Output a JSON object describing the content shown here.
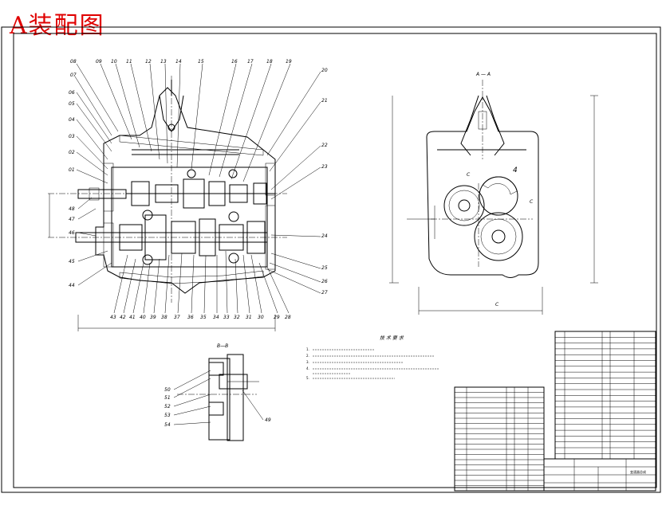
{
  "title": "A装配图",
  "front_view": {
    "callouts_top": [
      "08",
      "07",
      "09",
      "10",
      "11",
      "12",
      "13",
      "14",
      "15",
      "16",
      "17",
      "18",
      "19"
    ],
    "callouts_left": [
      "06",
      "05",
      "04",
      "03",
      "02",
      "01",
      "48",
      "47",
      "46",
      "45",
      "44"
    ],
    "callouts_right": [
      "20",
      "21",
      "22",
      "23",
      "24",
      "25",
      "26",
      "27"
    ],
    "callouts_bottom": [
      "43",
      "42",
      "41",
      "40",
      "39",
      "38",
      "37",
      "36",
      "35",
      "34",
      "33",
      "32",
      "31",
      "30",
      "29",
      "28"
    ]
  },
  "side_view": {
    "section_label": "A — A",
    "labels": [
      "C",
      "C",
      "4",
      "C"
    ]
  },
  "detail_view": {
    "title": "B—B",
    "callouts": [
      "50",
      "51",
      "52",
      "53",
      "54",
      "49"
    ]
  },
  "tech_notes": {
    "heading": "技 术 要 求",
    "lines": [
      "1.",
      "2.",
      "3.",
      "4.",
      "5."
    ]
  },
  "title_block": {
    "name": "变速器总成"
  }
}
